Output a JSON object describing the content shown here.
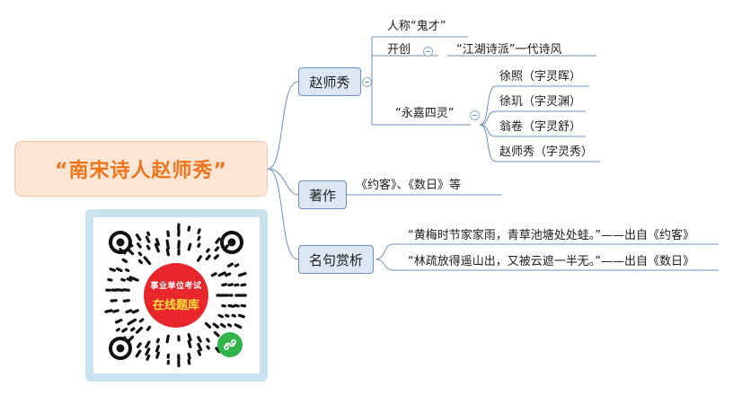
{
  "root": {
    "title": "“南宋诗人赵师秀”"
  },
  "branches": {
    "zhao": {
      "label": "赵师秀",
      "renown": "人称“鬼才”",
      "founded": "开创",
      "school": "“江湖诗派”一代诗风",
      "group": "“永嘉四灵”",
      "members": [
        "徐照（字灵晖）",
        "徐玑（字灵渊）",
        "翁卷（字灵舒）",
        "赵师秀（字灵秀）"
      ]
    },
    "works": {
      "label": "著作",
      "items": "《约客》、《数日》等"
    },
    "quotes": {
      "label": "名句赏析",
      "items": [
        "“黄梅时节家家雨，青草池塘处处蛙。”——出自《约客》",
        "“林疏放得遥山出，又被云遮一半无。”——出自《数日》"
      ]
    }
  },
  "qr": {
    "line1": "事业单位考试",
    "line2": "在线题库"
  },
  "colors": {
    "root_fill": "#fce5d4",
    "root_text": "#f0741a",
    "topic_fill": "#dce7f3",
    "topic_border": "#6b8fbf",
    "badge": "#e8262b",
    "badge_text": "#ffe23a",
    "wechat": "#2fb34a",
    "qr_frame": "#c8e3ee"
  },
  "icons": [
    "collapse-icon",
    "qr-code-icon",
    "miniprogram-icon"
  ]
}
